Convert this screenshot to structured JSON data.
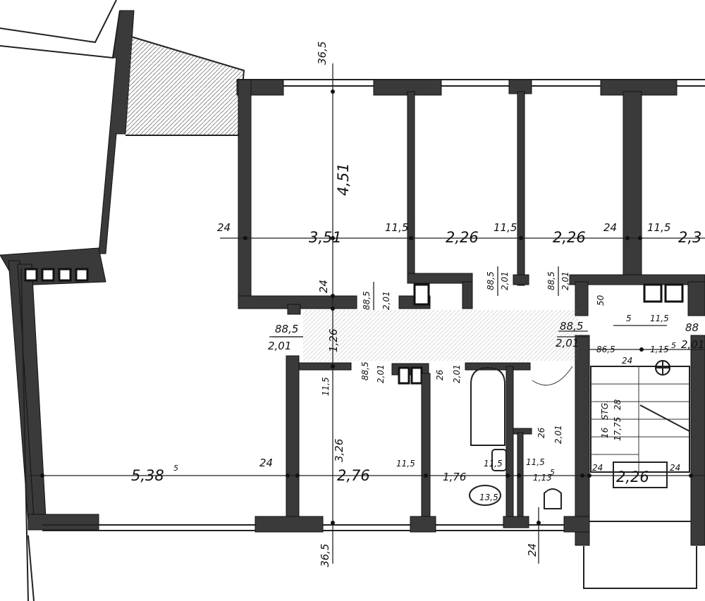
{
  "plan": {
    "dims": {
      "d_36_5_top": "36,5",
      "d_4_51": "4,51",
      "d_24_left": "24",
      "d_3_51": "3,51",
      "d_11_5_a": "11,5",
      "d_2_26_a": "2,26",
      "d_11_5_b": "11,5",
      "d_2_26_b": "2,26",
      "d_24_right": "24",
      "d_11_5_c": "11,5",
      "d_2_3x": "2,3",
      "d_24_hall": "24",
      "d_88_5_a": "88,5",
      "d_2_01_a": "2,01",
      "d_88_5_b": "88,5",
      "d_2_01_b": "2,01",
      "d_88_5_c": "88,5",
      "d_2_01_c": "2,01",
      "d_50": "50",
      "d_88_5_left": "88,5",
      "d_2_01_left": "2,01",
      "d_1_26": "1,26",
      "d_88_5_mid": "88,5",
      "d_2_01_mid": "2,01",
      "d_5": "5",
      "d_11_5_d": "11,5",
      "d_88_r": "88",
      "d_2_01_r": "2,01",
      "d_86_5": "86,5",
      "d_1_15_5": "1,15",
      "d_1_15_5_sup": "5",
      "d_24_stair": "24",
      "d_11_5_v": "11,5",
      "d_88_5_v": "88,5",
      "d_2_01_v": "2,01",
      "d_26_a": "26",
      "d_2_01_bath": "2,01",
      "d_3_26": "3,26",
      "d_26_b": "26",
      "d_2_01_wc": "2,01",
      "stair_16": "16",
      "stair_stg": "STG.",
      "stair_17_75": "17,75",
      "stair_28": "28",
      "d_5_38": "5,38",
      "d_5_38_sup": "5",
      "d_24_low": "24",
      "d_2_76": "2,76",
      "d_11_5_low": "11,5",
      "d_1_76": "1,76",
      "d_11_5_e": "11,5",
      "d_11_5_f": "11,5",
      "d_1_13": "1,13",
      "d_1_13_sup": "5",
      "d_24_st_l": "24",
      "d_2_26_st": "2,26",
      "d_24_st_r": "24",
      "d_13_5": "13,5",
      "d_36_5_bottom": "36,5",
      "d_24_bottom": "24"
    }
  }
}
